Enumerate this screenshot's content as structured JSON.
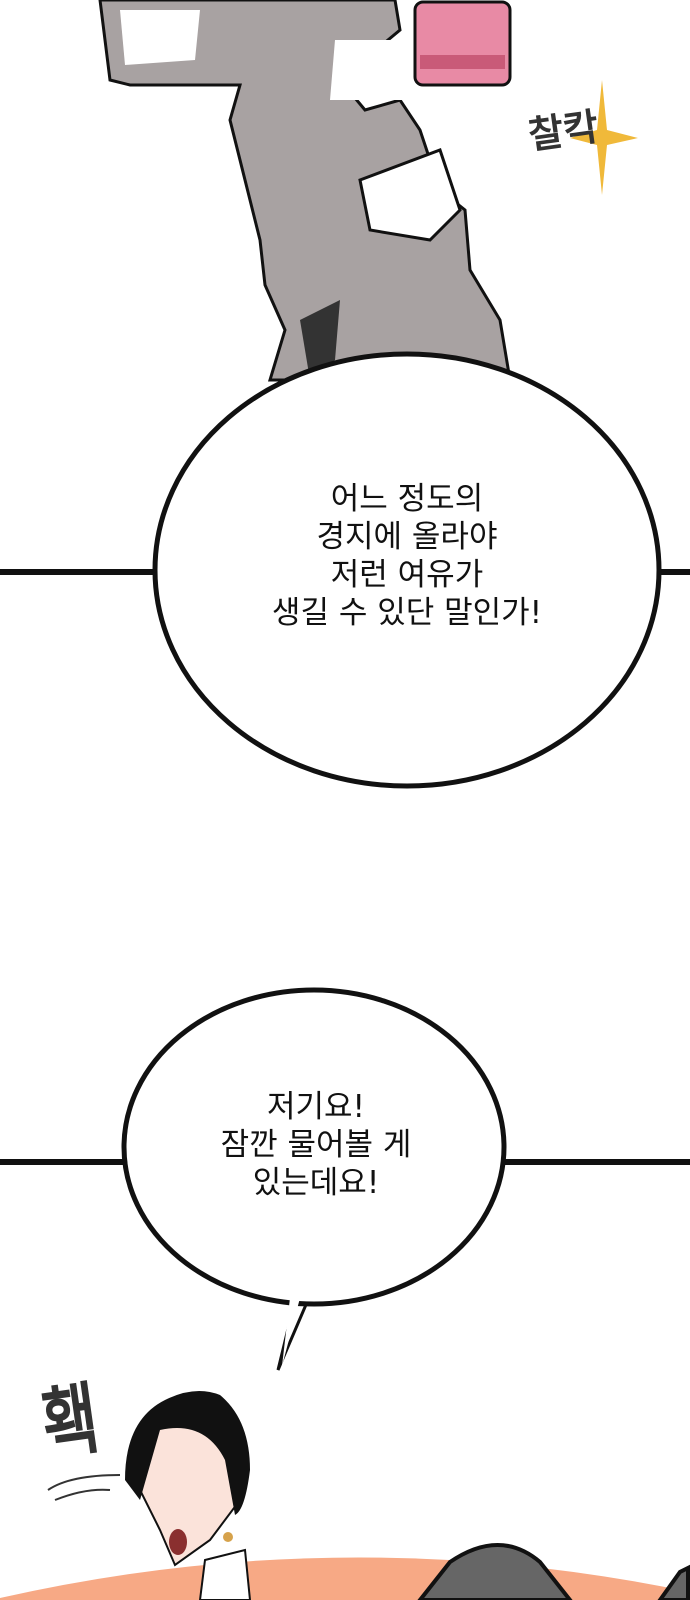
{
  "panels": {
    "top": {
      "sfx": "찰칵"
    },
    "bubble_1": {
      "lines": [
        "어느 정도의",
        "경지에 올라야",
        "저런 여유가",
        "생길 수 있단 말인가!"
      ]
    },
    "bubble_2": {
      "lines": [
        "저기요!",
        "잠깐 물어볼 게",
        "있는데요!"
      ]
    },
    "bottom": {
      "sfx": "홱"
    }
  },
  "colors": {
    "clothing": "#a8a2a2",
    "cup": "#e88aa5",
    "sparkle": "#f0b93a",
    "background_orange": "#f7a985",
    "ink": "#111111"
  }
}
